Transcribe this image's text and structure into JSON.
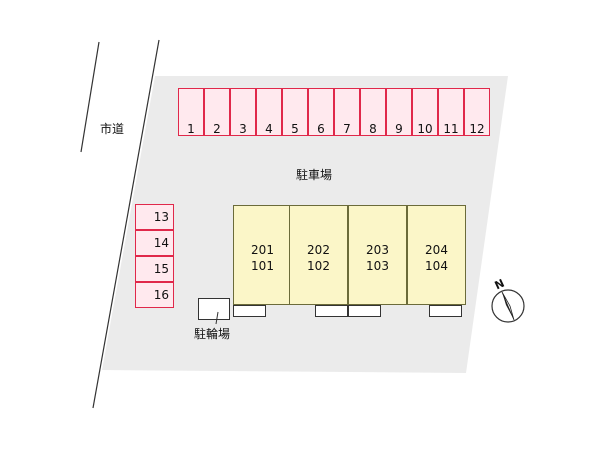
{
  "road_label": "市道",
  "parking_label": "駐車場",
  "bike_parking_label": "駐輪場",
  "top_spaces": [
    "1",
    "2",
    "3",
    "4",
    "5",
    "6",
    "7",
    "8",
    "9",
    "10",
    "11",
    "12"
  ],
  "left_spaces": [
    "13",
    "14",
    "15",
    "16"
  ],
  "units": [
    {
      "upper": "201",
      "lower": "101"
    },
    {
      "upper": "202",
      "lower": "102"
    },
    {
      "upper": "203",
      "lower": "103"
    },
    {
      "upper": "204",
      "lower": "104"
    }
  ],
  "compass_label": "N",
  "colors": {
    "lot": "#ebebeb",
    "space_border": "#e0284a",
    "space_fill": "#ffe9ee",
    "unit_fill": "#fbf6c8"
  }
}
